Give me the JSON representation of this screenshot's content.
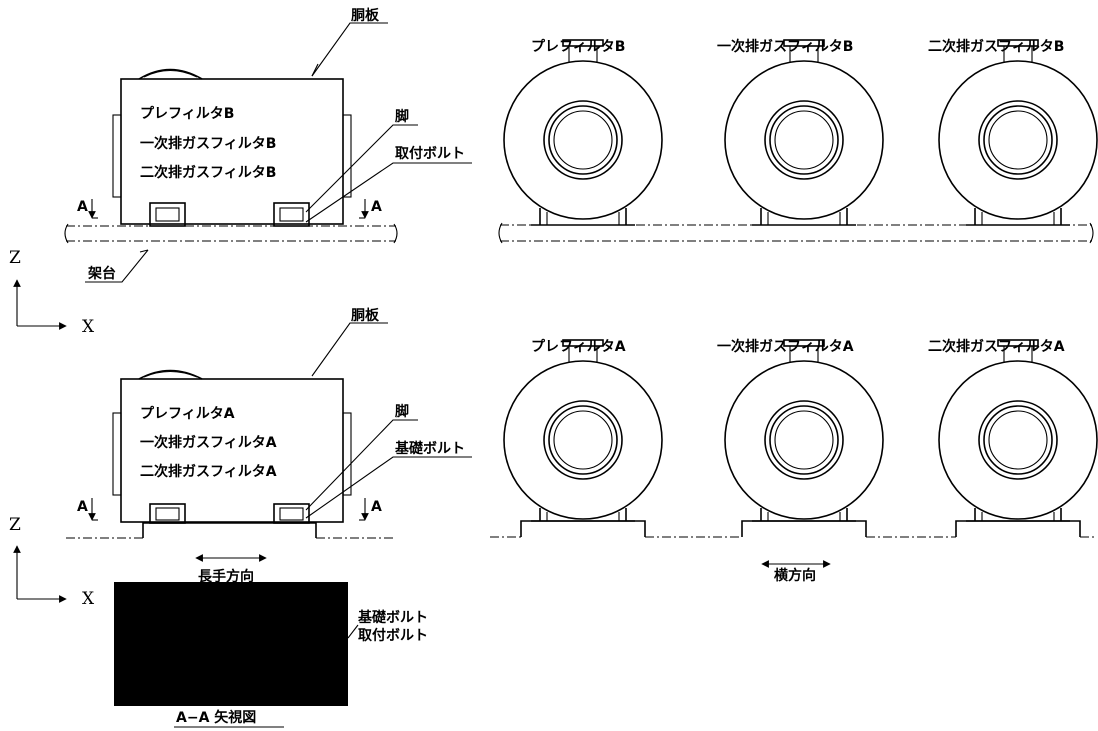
{
  "top_side": {
    "shell_label": "胴板",
    "body_lines": [
      "プレフィルタB",
      "一次排ガスフィルタB",
      "二次排ガスフィルタB"
    ],
    "leg_label": "脚",
    "bolt_label": "取付ボルト",
    "section_mark": "A",
    "frame_label": "架台"
  },
  "bottom_side": {
    "shell_label": "胴板",
    "body_lines": [
      "プレフィルタA",
      "一次排ガスフィルタA",
      "二次排ガスフィルタA"
    ],
    "leg_label": "脚",
    "bolt_label": "基礎ボルト",
    "section_mark": "A",
    "longitudinal_label": "長手方向"
  },
  "axes": {
    "z": "Z",
    "x": "X"
  },
  "top_fronts": [
    "プレフィルタB",
    "一次排ガスフィルタB",
    "二次排ガスフィルタB"
  ],
  "bottom_fronts": [
    "プレフィルタA",
    "一次排ガスフィルタA",
    "二次排ガスフィルタA"
  ],
  "transverse_label": "横方向",
  "section_view": {
    "bolt_label_1": "基礎ボルト",
    "bolt_label_2": "取付ボルト",
    "title": "A−A 矢視図"
  }
}
